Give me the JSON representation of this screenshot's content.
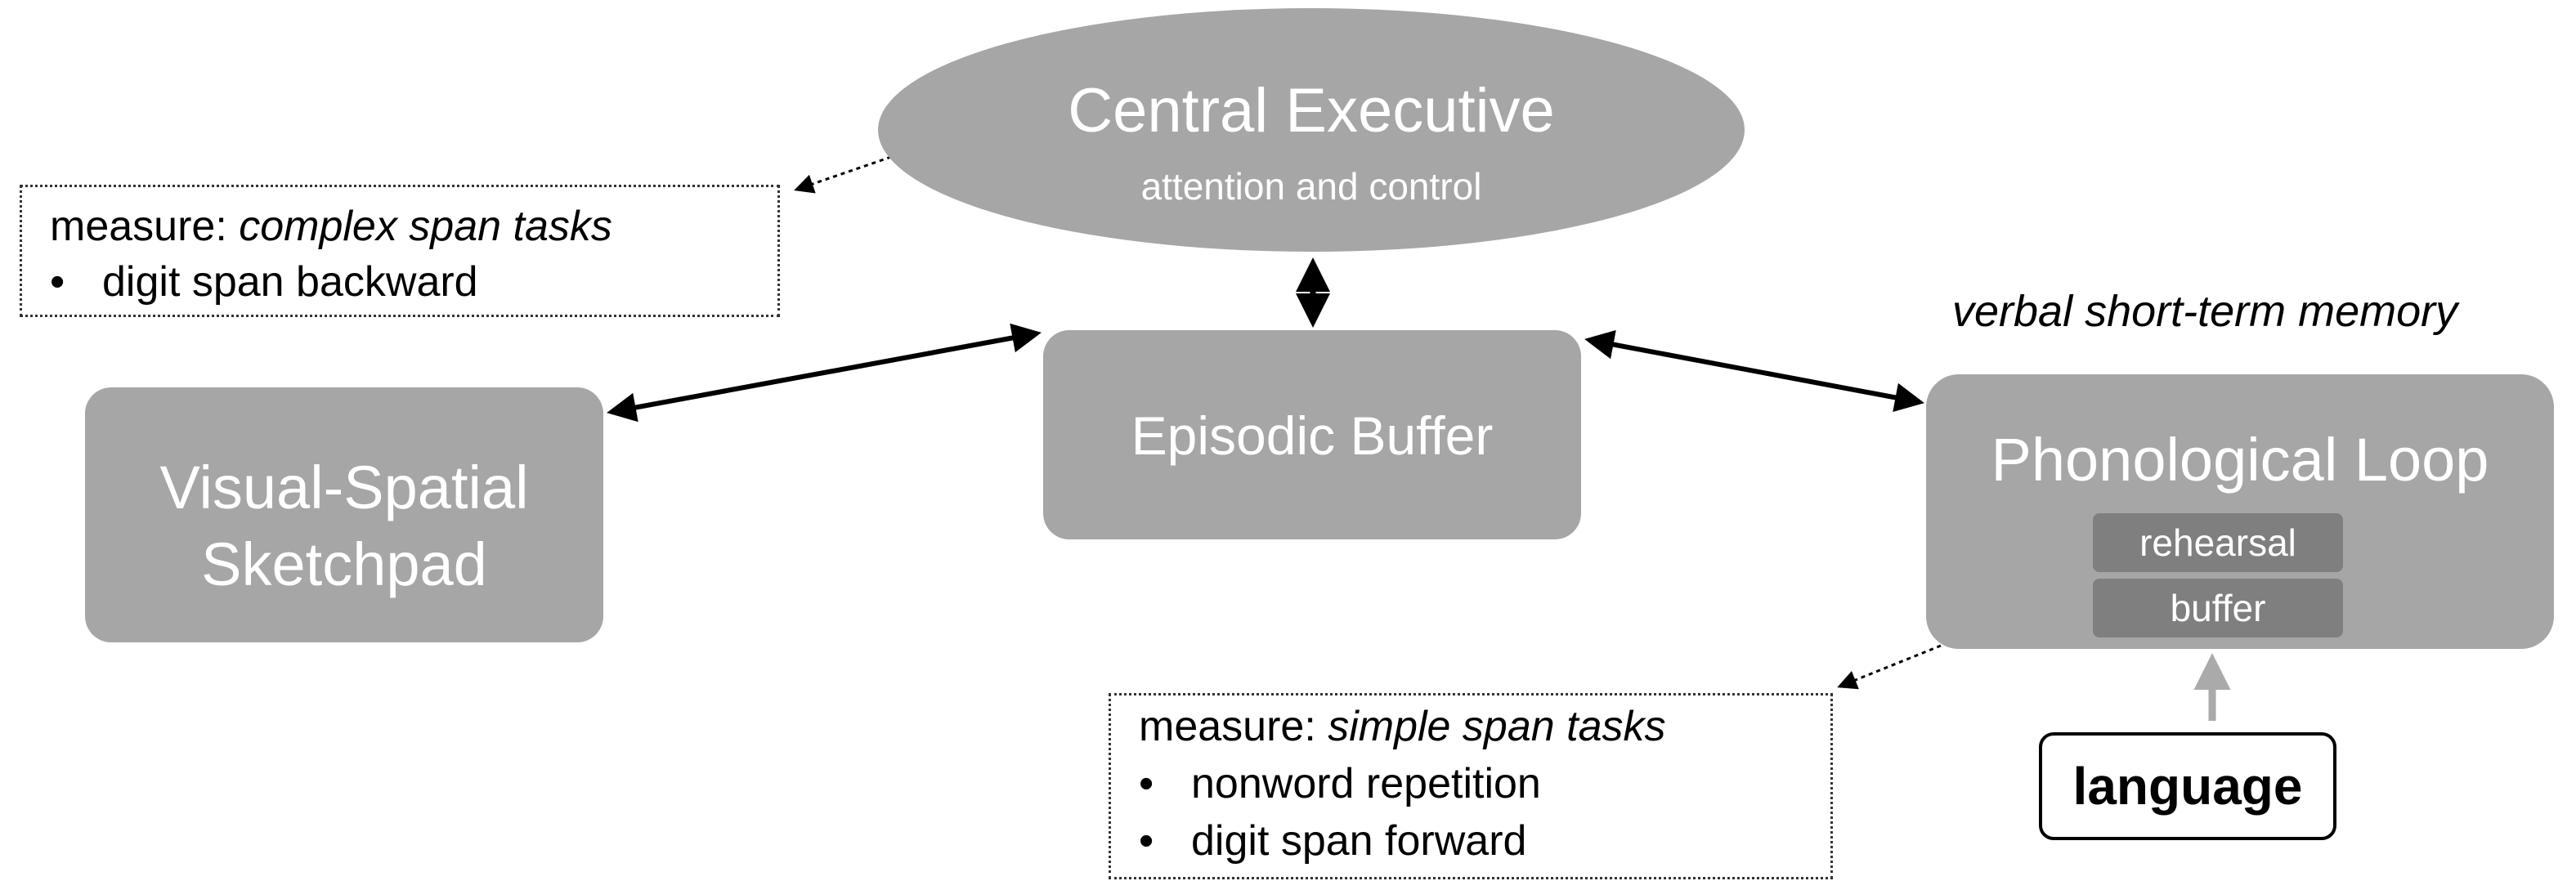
{
  "central_executive": {
    "title": "Central Executive",
    "subtitle": "attention and control"
  },
  "visual_spatial": {
    "title_line1": "Visual-Spatial",
    "title_line2": "Sketchpad"
  },
  "episodic_buffer": {
    "title": "Episodic Buffer"
  },
  "phonological_loop": {
    "caption": "verbal short-term memory",
    "title": "Phonological Loop",
    "rehearsal": "rehearsal",
    "buffer": "buffer"
  },
  "complex_measure": {
    "prefix": "measure: ",
    "task_type": "complex span tasks",
    "bullet": "•",
    "items": [
      "digit span backward"
    ]
  },
  "simple_measure": {
    "prefix": "measure: ",
    "task_type": "simple span tasks",
    "bullet": "•",
    "items": [
      "nonword repetition",
      "digit span forward"
    ]
  },
  "language": {
    "label": "language"
  },
  "colors": {
    "component_fill": "#a6a6a6",
    "sub_component_fill": "#7f7f7f",
    "component_text": "#ffffff",
    "arrow": "#000000",
    "input_arrow": "#aaaaaa"
  }
}
